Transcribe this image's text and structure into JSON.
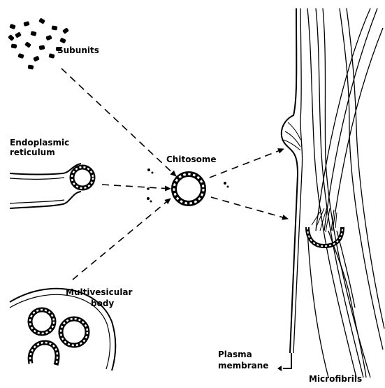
{
  "labels": {
    "subunits": "Subunits",
    "er_line1": "Endoplasmic",
    "er_line2": "reticulum",
    "chitosome": "Chitosome",
    "mvb_line1": "Multivesicular",
    "mvb_line2": "body",
    "pm_line1": "Plasma",
    "pm_line2": "membrane",
    "microfibrils": "Microfibrils"
  },
  "colors": {
    "ink": "#000000",
    "paper": "#ffffff"
  }
}
